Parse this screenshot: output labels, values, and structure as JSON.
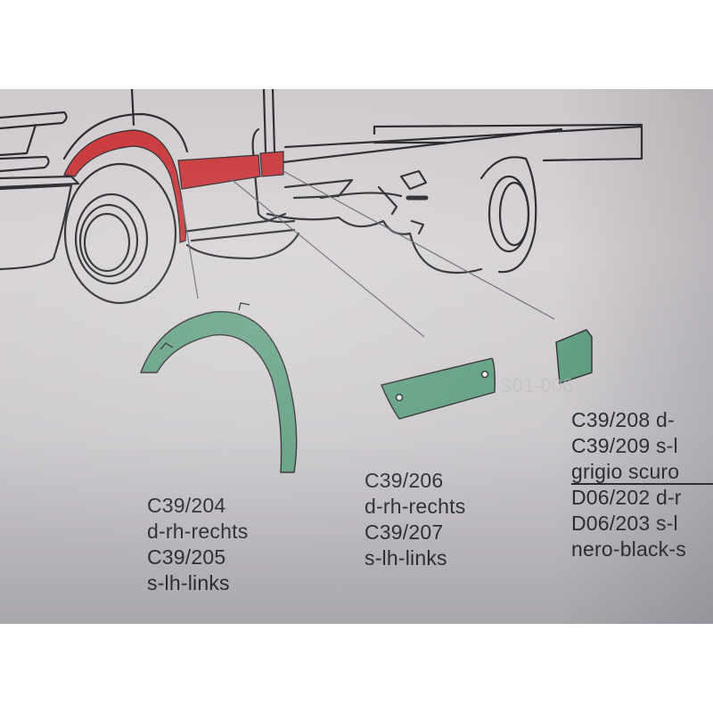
{
  "colors": {
    "paper": "#d3cfd2",
    "line": "#2a2a2e",
    "highlight_red": "#c8373a",
    "part_green": "#5e9e7f",
    "text": "#2c2c30",
    "letterbox": "#ffffff"
  },
  "diagram": {
    "subject": "truck cab side trim parts",
    "highlighted_parts": [
      "wheel-arch-trim",
      "door-sill-trim",
      "rear-end-cap-trim"
    ]
  },
  "parts": [
    {
      "id": "wheel-arch-trim",
      "lines": [
        "C39/204",
        "d-rh-rechts",
        "C39/205",
        "s-lh-links"
      ]
    },
    {
      "id": "sill-panel-trim",
      "lines": [
        "C39/206",
        "d-rh-rechts",
        "C39/207",
        "s-lh-links"
      ]
    },
    {
      "id": "end-cap-trim",
      "lines": [
        "C39/208 d-",
        "C39/209 s-l",
        "grigio scuro",
        "D06/202 d-r",
        "D06/203 s-l",
        "nero-black-s"
      ]
    }
  ]
}
